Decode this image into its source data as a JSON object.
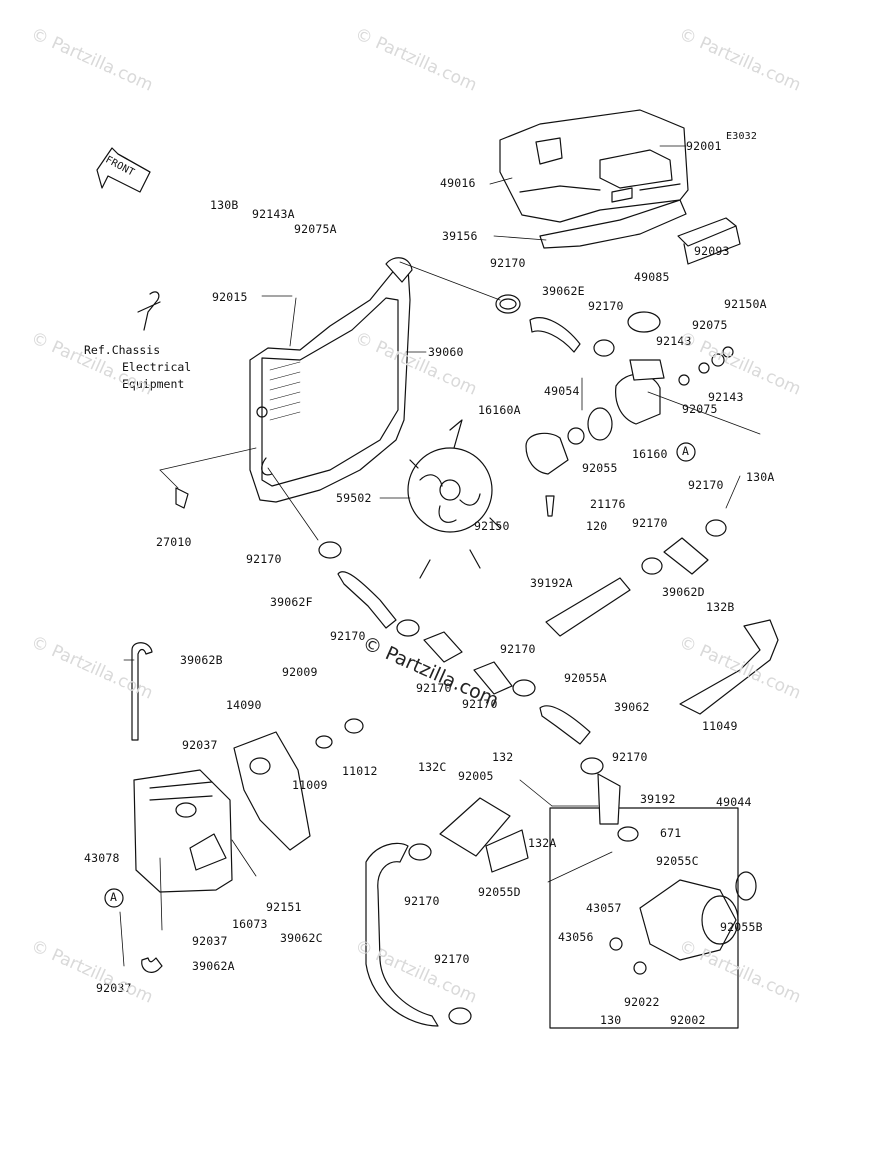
{
  "diagram_code": "E3032",
  "front_label": "FRONT",
  "ref_note": [
    "Ref.Chassis",
    "Electrical",
    "Equipment"
  ],
  "watermark": "© Partzilla.com",
  "watermark_center": "© Partzilla.com",
  "marker_a": "A",
  "parts": [
    "92001",
    "49016",
    "39156",
    "92093",
    "49085",
    "39062E",
    "92170",
    "92150A",
    "92075",
    "92143",
    "92075",
    "92143",
    "130B",
    "92143A",
    "92075A",
    "92015",
    "39060",
    "49054",
    "16160A",
    "92055",
    "16160",
    "130A",
    "21176",
    "59502",
    "92150",
    "27010",
    "92170",
    "120",
    "92170",
    "39062D",
    "39192A",
    "132B",
    "39062F",
    "92170",
    "92170",
    "39062",
    "92055A",
    "11049",
    "39062B",
    "92009",
    "14090",
    "92037",
    "11009",
    "11012",
    "92170",
    "92170",
    "132",
    "132C",
    "92005",
    "39192",
    "671",
    "49044",
    "43078",
    "132A",
    "92055C",
    "16073",
    "92151",
    "92170",
    "92055D",
    "43057",
    "92055B",
    "43056",
    "92037",
    "39062C",
    "92022",
    "92002",
    "130",
    "39062A",
    "92037",
    "92170",
    "92170"
  ]
}
